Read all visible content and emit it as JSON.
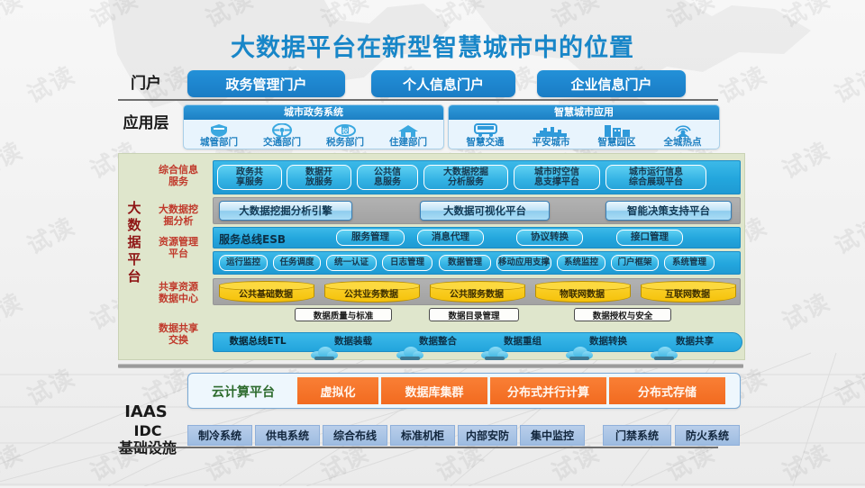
{
  "title": "大数据平台在新型智慧城市中的位置",
  "watermark": "试读",
  "colors": {
    "title_blue": "#1886c8",
    "portal_blue": "#1e86cf",
    "platform_bg": "#dfe6cc",
    "band_cyan": "#23a6dd",
    "band_gray": "#a2a2a2",
    "cylinder_yellow": "#f5c20b",
    "iaas_orange": "#f26b20",
    "idc_blue": "#9dbce1",
    "section_label_red": "#c0392b",
    "vertical_label_red": "#8e1414"
  },
  "portal": {
    "label": "门户",
    "items": [
      "政务管理门户",
      "个人信息门户",
      "企业信息门户"
    ]
  },
  "application_layer": {
    "label": "应用层",
    "groups": [
      {
        "header": "城市政务系统",
        "items": [
          {
            "label": "城管部门",
            "icon": "badge-icon"
          },
          {
            "label": "交通部门",
            "icon": "steering-wheel-icon"
          },
          {
            "label": "税务部门",
            "icon": "tax-icon"
          },
          {
            "label": "住建部门",
            "icon": "house-icon"
          }
        ]
      },
      {
        "header": "智慧城市应用",
        "items": [
          {
            "label": "智慧交通",
            "icon": "bus-icon"
          },
          {
            "label": "平安城市",
            "icon": "skyline-icon"
          },
          {
            "label": "智慧园区",
            "icon": "buildings-icon"
          },
          {
            "label": "全城热点",
            "icon": "wifi-tower-icon"
          }
        ]
      }
    ]
  },
  "platform": {
    "vertical_label": "大数据平台",
    "sections": [
      {
        "label": "综合信息\n服务",
        "items": [
          "政务共\n享服务",
          "数据开\n放服务",
          "公共信\n息服务",
          "大数据挖掘\n分析服务",
          "城市时空信\n息支撑平台",
          "城市运行信息\n综合展现平台"
        ]
      },
      {
        "label": "大数据挖\n掘分析",
        "items": [
          "大数据挖掘分析引擎",
          "大数据可视化平台",
          "智能决策支持平台"
        ]
      },
      {
        "label": "资源管理\n平台",
        "esb_title": "服务总线ESB",
        "esb_items": [
          "服务管理",
          "消息代理",
          "协议转换",
          "接口管理"
        ],
        "items": [
          "运行监控",
          "任务调度",
          "统一认证",
          "日志管理",
          "数据管理",
          "移动应用支撑",
          "系统监控",
          "门户框架",
          "系统管理"
        ]
      },
      {
        "label": "共享资源\n数据中心",
        "items": [
          "公共基础数据",
          "公共业务数据",
          "公共服务数据",
          "物联网数据",
          "互联网数据"
        ],
        "governance_tags": [
          "数据质量与标准",
          "数据目录管理",
          "数据授权与安全"
        ]
      },
      {
        "label": "数据共享\n交换",
        "items": [
          "数据总线ETL",
          "数据装载",
          "数据整合",
          "数据重组",
          "数据转换",
          "数据共享"
        ]
      }
    ]
  },
  "iaas": {
    "label": "IAAS",
    "platform_title": "云计算平台",
    "items": [
      "虚拟化",
      "数据库集群",
      "分布式并行计算",
      "分布式存储"
    ]
  },
  "idc": {
    "label": "IDC\n基础设施",
    "items": [
      "制冷系统",
      "供电系统",
      "综合布线",
      "标准机柜",
      "内部安防",
      "集中监控",
      "门禁系统",
      "防火系统"
    ]
  }
}
